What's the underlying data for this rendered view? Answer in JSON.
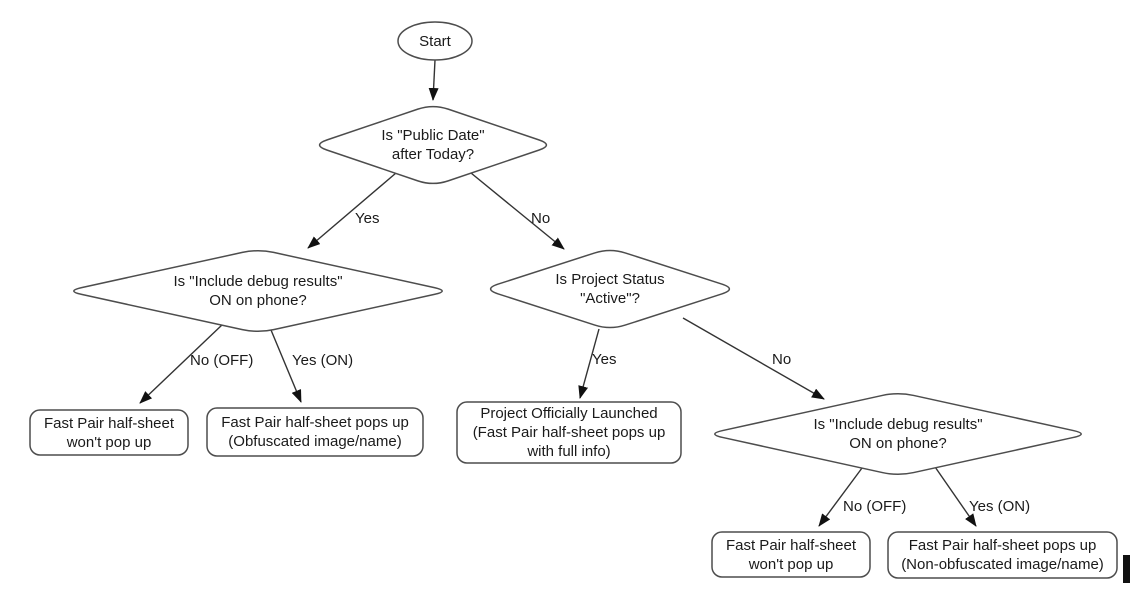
{
  "nodes": {
    "start": {
      "label": "Start"
    },
    "decision_public_date": {
      "line1": "Is \"Public Date\"",
      "line2": "after Today?"
    },
    "decision_debug_left": {
      "line1": "Is \"Include debug results\"",
      "line2": "ON on phone?"
    },
    "decision_project_status": {
      "line1": "Is Project Status",
      "line2": "\"Active\"?"
    },
    "decision_debug_right": {
      "line1": "Is \"Include debug results\"",
      "line2": "ON on phone?"
    },
    "result_no_popup_left": {
      "line1": "Fast Pair half-sheet",
      "line2": "won't pop up"
    },
    "result_obfuscated": {
      "line1": "Fast Pair half-sheet pops up",
      "line2": "(Obfuscated image/name)"
    },
    "result_launched": {
      "line1": "Project Officially Launched",
      "line2": "(Fast Pair half-sheet pops up",
      "line3": "with full info)"
    },
    "result_no_popup_right": {
      "line1": "Fast Pair half-sheet",
      "line2": "won't pop up"
    },
    "result_non_obfuscated": {
      "line1": "Fast Pair half-sheet pops up",
      "line2": "(Non-obfuscated image/name)"
    }
  },
  "edges": {
    "public_date_yes": "Yes",
    "public_date_no": "No",
    "debug_left_no": "No (OFF)",
    "debug_left_yes": "Yes (ON)",
    "project_status_yes": "Yes",
    "project_status_no": "No",
    "debug_right_no": "No (OFF)",
    "debug_right_yes": "Yes (ON)"
  },
  "colors": {
    "background": "#ffffff",
    "shape_stroke": "#4d4d4d",
    "arrow": "#333333",
    "arrowhead": "#111111",
    "text": "#1a1a1a"
  }
}
